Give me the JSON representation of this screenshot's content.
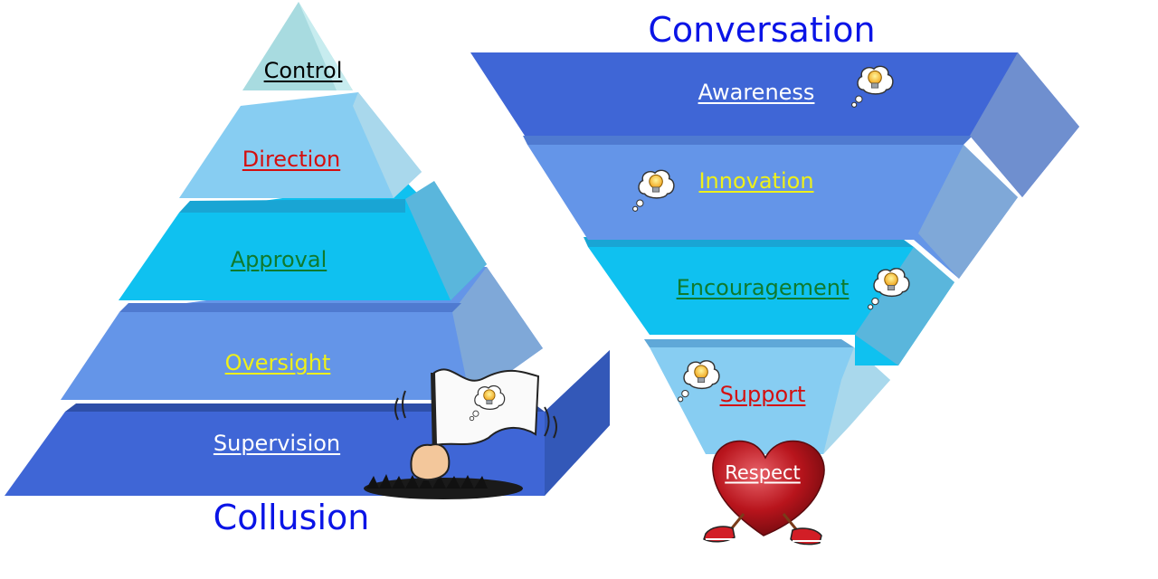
{
  "headings": {
    "conversation": "Conversation",
    "collusion": "Collusion"
  },
  "heading_color": "#0a14e6",
  "pyramid": {
    "levels": [
      {
        "label": "Control",
        "color": "#000000",
        "fill": "#a8dbe0"
      },
      {
        "label": "Direction",
        "color": "#d40f0f",
        "fill": "#87cdf2"
      },
      {
        "label": "Approval",
        "color": "#0f7a2e",
        "fill": "#0fc1f0"
      },
      {
        "label": "Oversight",
        "color": "#eef01a",
        "fill": "#6495e8"
      },
      {
        "label": "Supervision",
        "color": "#ffffff",
        "fill": "#3f66d6"
      }
    ]
  },
  "funnel": {
    "levels": [
      {
        "label": "Awareness",
        "color": "#ffffff",
        "fill": "#3f66d6"
      },
      {
        "label": "Innovation",
        "color": "#eef01a",
        "fill": "#6495e8"
      },
      {
        "label": "Encouragement",
        "color": "#0f7a2e",
        "fill": "#0fc1f0"
      },
      {
        "label": "Support",
        "color": "#d40f0f",
        "fill": "#87cdf2"
      }
    ]
  },
  "heart": {
    "label": "Respect",
    "label_color": "#ffffff",
    "fill": "#b8141c"
  },
  "icons": [
    "lightbulb-thought-icon",
    "white-flag-icon",
    "heart-with-sneakers-icon"
  ]
}
